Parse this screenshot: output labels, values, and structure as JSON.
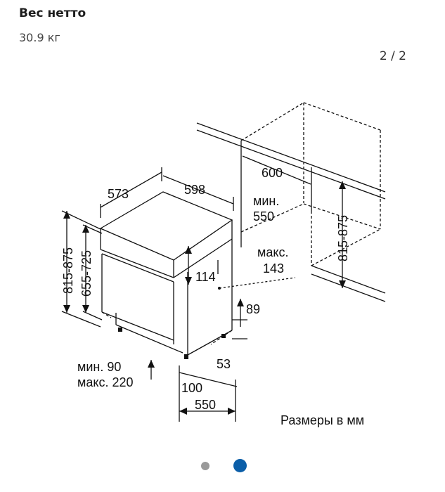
{
  "spec": {
    "label": "Вес нетто",
    "value": "30.9 кг"
  },
  "gallery": {
    "pager": "2 / 2",
    "dots": [
      {
        "state": "inactive"
      },
      {
        "state": "active"
      }
    ],
    "colors": {
      "inactive": "#9a9a9a",
      "active": "#0b5ea8"
    }
  },
  "drawing": {
    "dims": {
      "d573": "573",
      "d598": "598",
      "d600": "600",
      "min_label": "мин.",
      "min_550": "550",
      "max_label": "макс.",
      "max_143": "143",
      "h_815_875_left": "815-875",
      "h_655_725": "655-725",
      "h_815_875_right": "815-875",
      "d114": "114",
      "d89": "89",
      "d53": "53",
      "min_90": "мин. 90",
      "max_220": "макс. 220",
      "d100": "100",
      "d550_bottom": "550"
    },
    "caption": "Размеры в мм"
  }
}
